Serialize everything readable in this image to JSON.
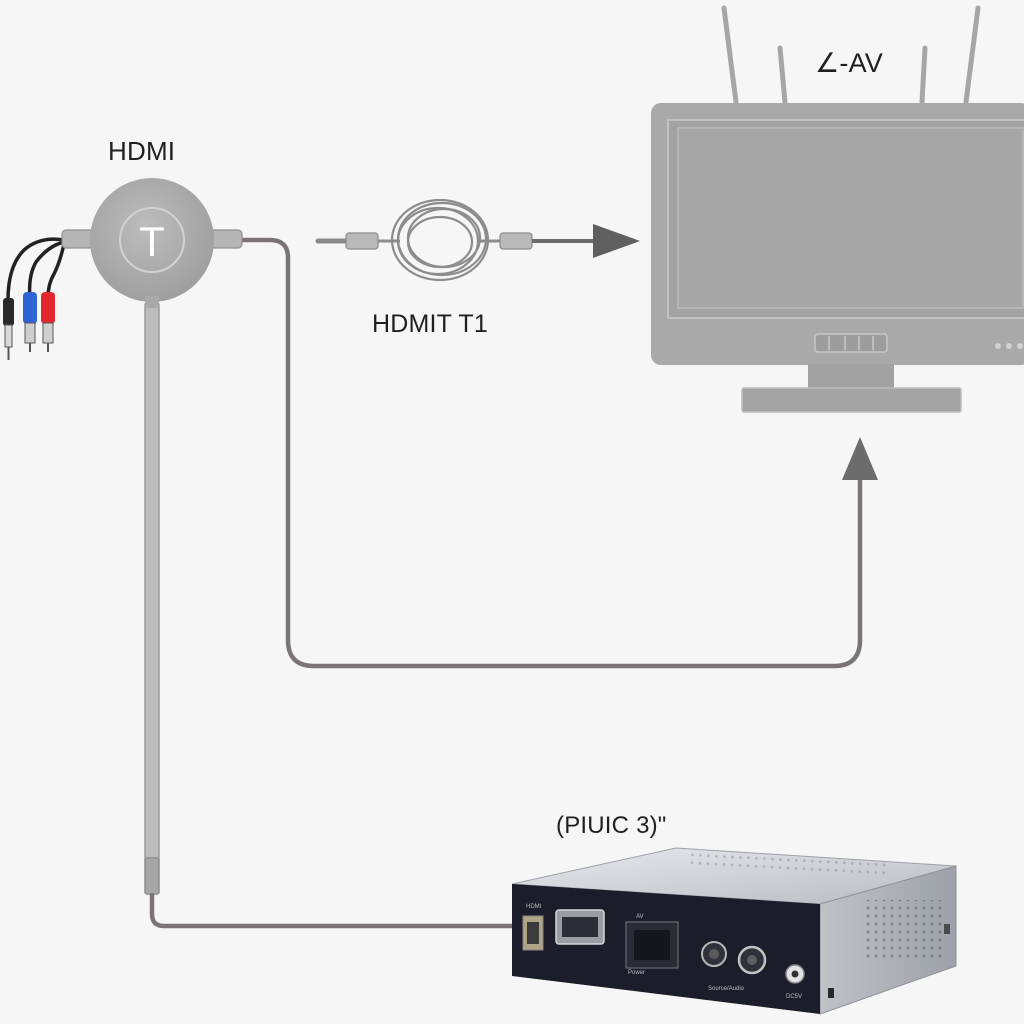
{
  "labels": {
    "hdmi_splitter": "HDMI",
    "splitter_glyph": "T",
    "tv_input": "∠-AV",
    "hdmi_cable": "HDMIT T1",
    "source_device": "(PIUIC 3)\""
  },
  "device_panel": {
    "port_labels": [
      "HDMI",
      "AV",
      "Power",
      "Source/Audio",
      "DC5V"
    ]
  },
  "colors": {
    "background": "#f6f6f6",
    "cable_gray": "#7a7378",
    "tv_gray": "#a7a7a7",
    "device_front": "#1c1d2b",
    "device_body": "#c9cbd0",
    "rca_red": "#e3262f",
    "rca_blue": "#2f64d5",
    "rca_white": "#dcdcdc"
  },
  "icons": {
    "tv": "television-icon",
    "splitter": "splitter-hub-icon",
    "coil": "coiled-cable-icon",
    "device": "set-top-box-icon",
    "rca": "rca-plug-icon"
  }
}
